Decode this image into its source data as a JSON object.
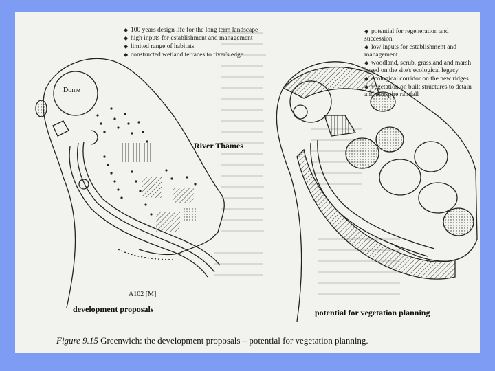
{
  "figure": {
    "label": "Figure 9.15",
    "caption": "Greenwich: the development proposals – potential for vegetation planning."
  },
  "left_panel": {
    "title": "development proposals",
    "labels": {
      "dome": "Dome",
      "river": "River Thames",
      "road": "A102 [M]"
    },
    "notes": [
      "100 years design life for the long term landscape",
      "high inputs for establishment and management",
      "limited range of habitats",
      "constructed wetland terraces to river's edge"
    ]
  },
  "right_panel": {
    "title": "potential for vegetation planning",
    "notes": [
      "potential for regeneration and succession",
      "low inputs for establishment and management",
      "woodland, scrub, grassland and marsh based on the site's ecological legacy",
      "ecological corridor on the new ridges",
      "vegetation on built structures to detain and transpire rainfall"
    ]
  },
  "colors": {
    "slide_background": "#7f9cf5",
    "page_background": "#f2f2ef",
    "ink": "#222222"
  }
}
